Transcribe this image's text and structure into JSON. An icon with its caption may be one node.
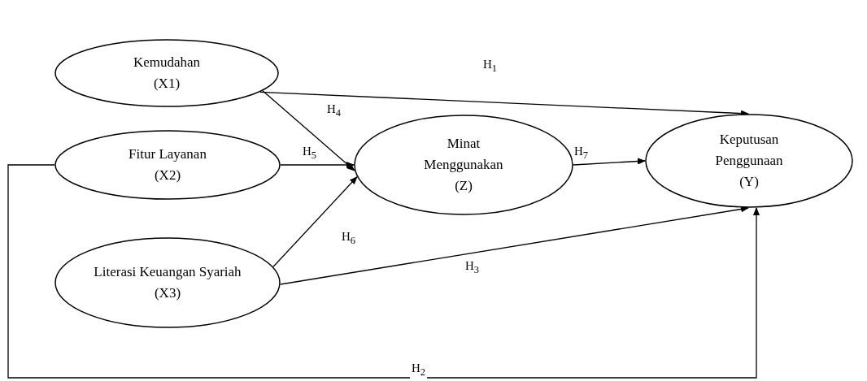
{
  "diagram": {
    "nodes": [
      {
        "text": [
          "Kemudahan",
          "(X1)"
        ]
      },
      {
        "text": [
          "Fitur Layanan",
          "(X2)"
        ]
      },
      {
        "text": [
          "Literasi Keuangan Syariah",
          "(X3)"
        ]
      },
      {
        "text": [
          "Minat Menggunakan",
          "(Z)"
        ]
      },
      {
        "text": [
          "Keputusan Penggunaan",
          "(Y)"
        ]
      }
    ],
    "edges": [
      {
        "from": 0,
        "to": 4,
        "arrow": "to",
        "label": "H$_{1}$"
      },
      {
        "from": 0,
        "to": 3,
        "arrow": "to",
        "label": "H$_{4}$"
      },
      {
        "from": 1,
        "to": 3,
        "arrow": "to",
        "label": "H$_{5}$"
      },
      {
        "from": 3,
        "to": 4,
        "arrow": "to",
        "label": "H$_{7}$"
      },
      {
        "from": 2,
        "to": 3,
        "arrow": "to",
        "label": "H$_{6}$"
      },
      {
        "from": 2,
        "to": 4,
        "arrow": "to",
        "label": "H$_{3}$"
      },
      {
        "from": 1,
        "to": 4,
        "arrow": "to",
        "label": "H$_{2}$"
      }
    ]
  }
}
